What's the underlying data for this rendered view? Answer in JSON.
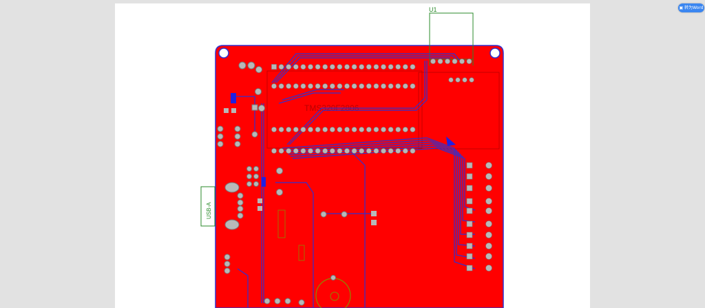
{
  "toolbar": {
    "word_button_label": "转为Word",
    "word_icon": "document-convert-icon"
  },
  "pcb": {
    "components": {
      "u1": "U1",
      "usb": "USB-A",
      "mcu": "TMS320F2806"
    },
    "colors": {
      "copper": "#ff0000",
      "trace": "#3030d0",
      "outline": "#2a8a2a",
      "silkscreen": "#8b8b00"
    }
  }
}
